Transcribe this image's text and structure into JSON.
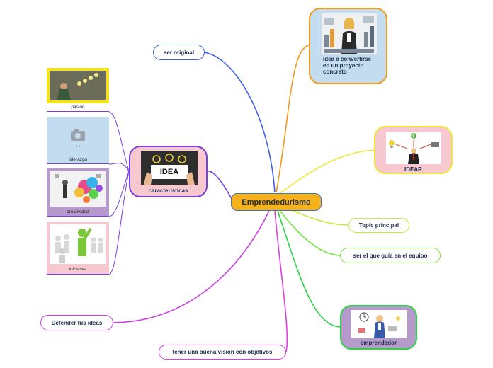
{
  "central": "Emprendedurismo",
  "nodes": {
    "ser_original": "ser original",
    "idea_concreto": "Idea a convertirse en un proyecto concreto",
    "idear": "IDEAR",
    "topic_principal": "Topic principal",
    "guia_equipo": "ser el que guía en el equipo",
    "emprendedor": "emprendedor",
    "caracteristicas": "caracteristicas",
    "defender_ideas": "Defender tus ideas",
    "vision_objetivos": "tener una buena visión con objetivos"
  },
  "subtopics": [
    {
      "label": "pasion"
    },
    {
      "label": "liderazgo"
    },
    {
      "label": "creatividad"
    },
    {
      "label": "iniciativa"
    }
  ],
  "image_texts": {
    "idea_board": "IDEA"
  },
  "colors": {
    "ser_original": "#3f5fe8",
    "idea_concreto": "#f29a1e",
    "idear": "#f2e63a",
    "topic_principal": "#c7e83a",
    "guia_equipo": "#76e043",
    "emprendedor": "#2fd04a",
    "caracteristicas": "#7a3fe0",
    "defender_ideas": "#c93fe0",
    "vision_objetivos": "#e03fd9",
    "central_fill": "#f5b21a",
    "card_blue": "#c3dcef",
    "card_pink": "#f7c8d0",
    "card_purple": "#b79acc",
    "card_yellow": "#f4e21a"
  }
}
